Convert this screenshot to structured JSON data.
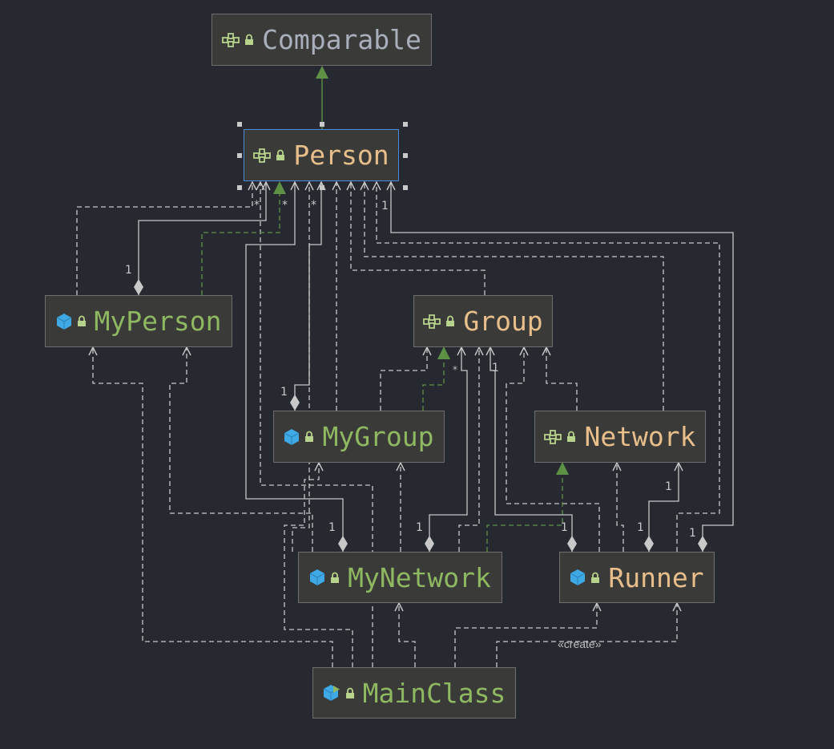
{
  "diagram": {
    "nodes": {
      "comparable": {
        "name": "Comparable",
        "kind": "interface"
      },
      "person": {
        "name": "Person",
        "kind": "interface"
      },
      "my_person": {
        "name": "MyPerson",
        "kind": "class"
      },
      "group": {
        "name": "Group",
        "kind": "interface"
      },
      "my_group": {
        "name": "MyGroup",
        "kind": "class"
      },
      "network": {
        "name": "Network",
        "kind": "interface"
      },
      "my_network": {
        "name": "MyNetwork",
        "kind": "class"
      },
      "runner": {
        "name": "Runner",
        "kind": "class"
      },
      "main_class": {
        "name": "MainClass",
        "kind": "class"
      }
    },
    "labels": {
      "mult_one": "1",
      "mult_many": "*",
      "create": "«create»"
    },
    "colors": {
      "background": "#262930",
      "node_fill": "#3a3a39",
      "node_border": "#6e6e6e",
      "selected_border": "#4c8ce0",
      "edge": "#c8c8c8",
      "realization": "#5e9146",
      "interface_name": "#e8bf8a",
      "class_name": "#8fb961",
      "class_icon": "#3fa9e6",
      "lock_icon": "#b7d28a"
    },
    "icons": {
      "interface": "interface-icon",
      "class": "class-icon",
      "main_class": "runnable-class-icon",
      "visibility": "lock-icon"
    }
  }
}
